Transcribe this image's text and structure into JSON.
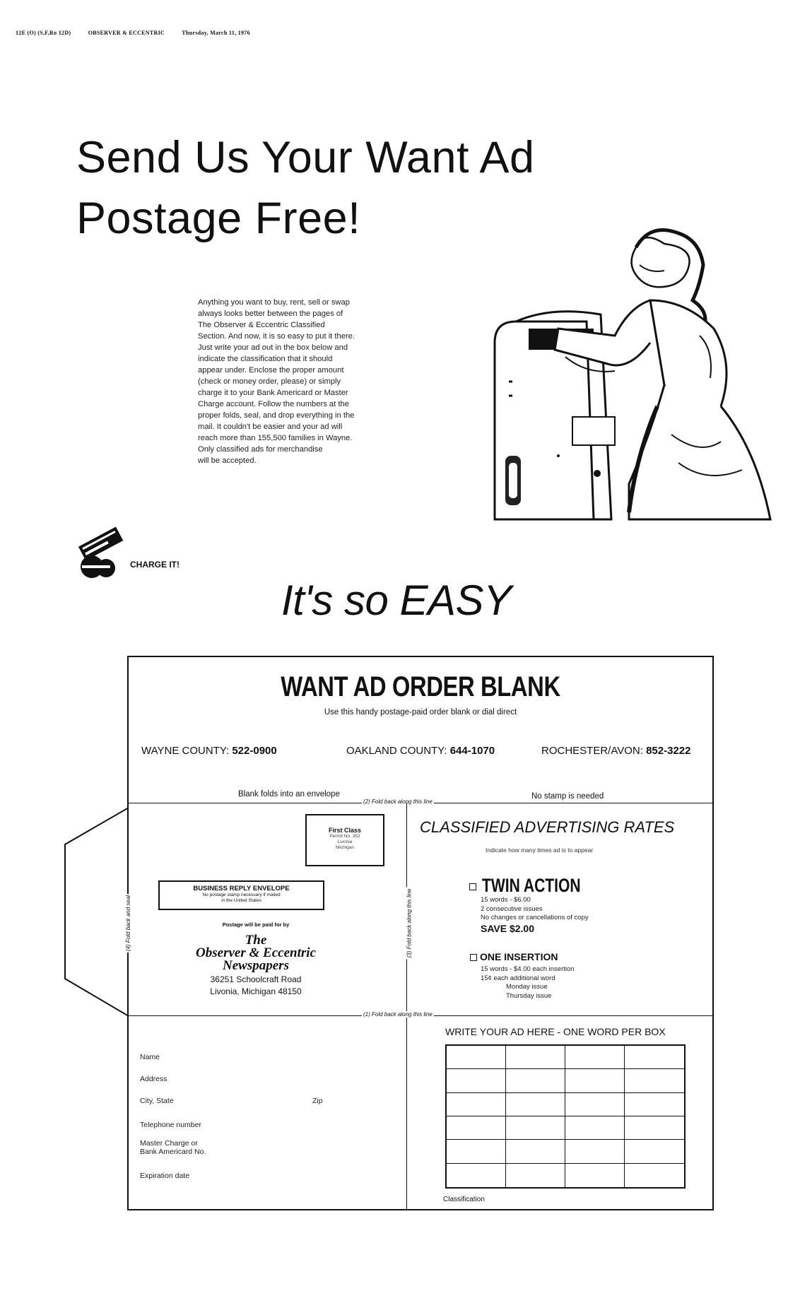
{
  "header": {
    "page": "12E (O) (S,F,Ro 12D)",
    "paper": "OBSERVER & ECCENTRIC",
    "date": "Thursday, March 11, 1976"
  },
  "headline": {
    "line1": "Send Us Your Want Ad",
    "line2": "Postage Free!"
  },
  "intro": {
    "lines": [
      "Anything you want to buy, rent, sell or swap",
      "always looks better between the pages of",
      "The Observer & Eccentric Classified",
      "Section. And now, it is so easy to put it there.",
      "Just write your ad out in the box below and",
      "indicate the classification that it should",
      "appear under. Enclose the proper amount",
      "(check or money order, please) or simply",
      "charge it to your Bank Americard or Master",
      "Charge account. Follow the numbers at the",
      "proper folds, seal, and drop everything in the",
      "mail. It couldn't be easier and your ad will",
      "reach more than 155,500 families in Wayne.",
      "Only classified ads for merchandise",
      "will be accepted."
    ]
  },
  "charge": {
    "label": "CHARGE IT!"
  },
  "easy": "It's so EASY",
  "form": {
    "title": "WANT AD ORDER BLANK",
    "subtitle": "Use this handy postage-paid order blank or dial direct",
    "phones": {
      "wayne_label": "WAYNE COUNTY: ",
      "wayne_num": "522-0900",
      "oakland_label": "OAKLAND COUNTY: ",
      "oakland_num": "644-1070",
      "rochester_label": "ROCHESTER/AVON: ",
      "rochester_num": "852-3222"
    },
    "blank_folds": "Blank folds into an envelope",
    "no_stamp": "No stamp is needed",
    "fold1": "(1) Fold back along this line",
    "fold2": "(2) Fold back along this line",
    "fold3": "(3) Fold back along this line",
    "fold4": "(4) Fold back and seal",
    "first_class": {
      "title": "First Class",
      "line1": "Permit No. 352",
      "line2": "Livonia",
      "line3": "Michigan"
    },
    "business_reply": {
      "title": "BUSINESS REPLY ENVELOPE",
      "line1": "No postage stamp necessary if mailed",
      "line2": "in the United States"
    },
    "paid_by": "Postage will be paid for by",
    "paper_name": {
      "line1": "The",
      "line2": "Observer & Eccentric",
      "line3": "Newspapers"
    },
    "address": {
      "street": "36251 Schoolcraft Road",
      "city": "Livonia, Michigan 48150"
    },
    "rates": {
      "title": "CLASSIFIED ADVERTISING RATES",
      "subtitle": "Indicate how many times ad is to appear",
      "twin": {
        "name": "TWIN ACTION",
        "d1": "15 words - $6.00",
        "d2": "2 consecutive issues",
        "d3": "No changes or cancellations of copy",
        "save": "SAVE $2.00"
      },
      "one": {
        "name": "ONE INSERTION",
        "d1": "15 words - $4.00 each insertion",
        "d2": "15¢ each additional word",
        "d3": "Monday issue",
        "d4": "Thursday issue"
      }
    },
    "write_here": "WRITE YOUR AD HERE - ONE WORD PER BOX",
    "classification": "Classification",
    "fields": {
      "name": "Name",
      "address": "Address",
      "city_state": "City, State",
      "zip": "Zip",
      "telephone": "Telephone number",
      "master1": "Master Charge or",
      "master2": "Bank Americard No.",
      "expiration": "Expiration date"
    }
  }
}
